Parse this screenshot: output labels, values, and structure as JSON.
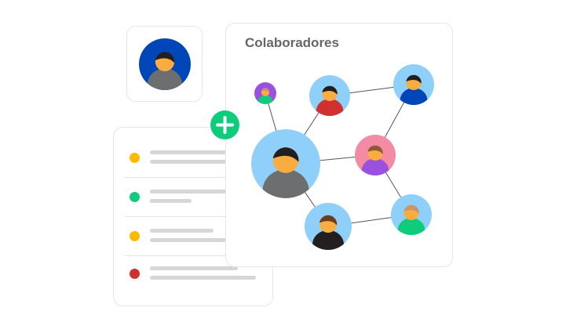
{
  "collaborators": {
    "title": "Colaboradores"
  },
  "list": {
    "items": [
      {
        "status_color": "#fbb900"
      },
      {
        "status_color": "#0fcc7c"
      },
      {
        "status_color": "#fbb900"
      },
      {
        "status_color": "#d0302e"
      }
    ]
  },
  "colors": {
    "add_button": "#0fcc7c",
    "skin": "#f9ad41",
    "hair": "#231f20"
  },
  "profile_avatar": {
    "bg": "#0046b9",
    "shirt": "#6d6e70",
    "hair": "#231f20"
  },
  "network_avatars": [
    {
      "id": "small",
      "bg": "#9b51e0",
      "shirt": "#0fcc7c",
      "hair": "#c8956a"
    },
    {
      "id": "red",
      "bg": "#8fd0fb",
      "shirt": "#d0302e",
      "hair": "#231f20"
    },
    {
      "id": "blue",
      "bg": "#8fd0fb",
      "shirt": "#0046b9",
      "hair": "#231f20"
    },
    {
      "id": "main",
      "bg": "#8fd0fb",
      "shirt": "#6d6e70",
      "hair": "#231f20"
    },
    {
      "id": "pink",
      "bg": "#f28ba3",
      "shirt": "#9b51e0",
      "hair": "#8b5a3c"
    },
    {
      "id": "knight",
      "bg": "#8fd0fb",
      "shirt": "#231f20",
      "hair": "#6b3f1d"
    },
    {
      "id": "green",
      "bg": "#8fd0fb",
      "shirt": "#0fcc7c",
      "hair": "#c8956a"
    }
  ]
}
